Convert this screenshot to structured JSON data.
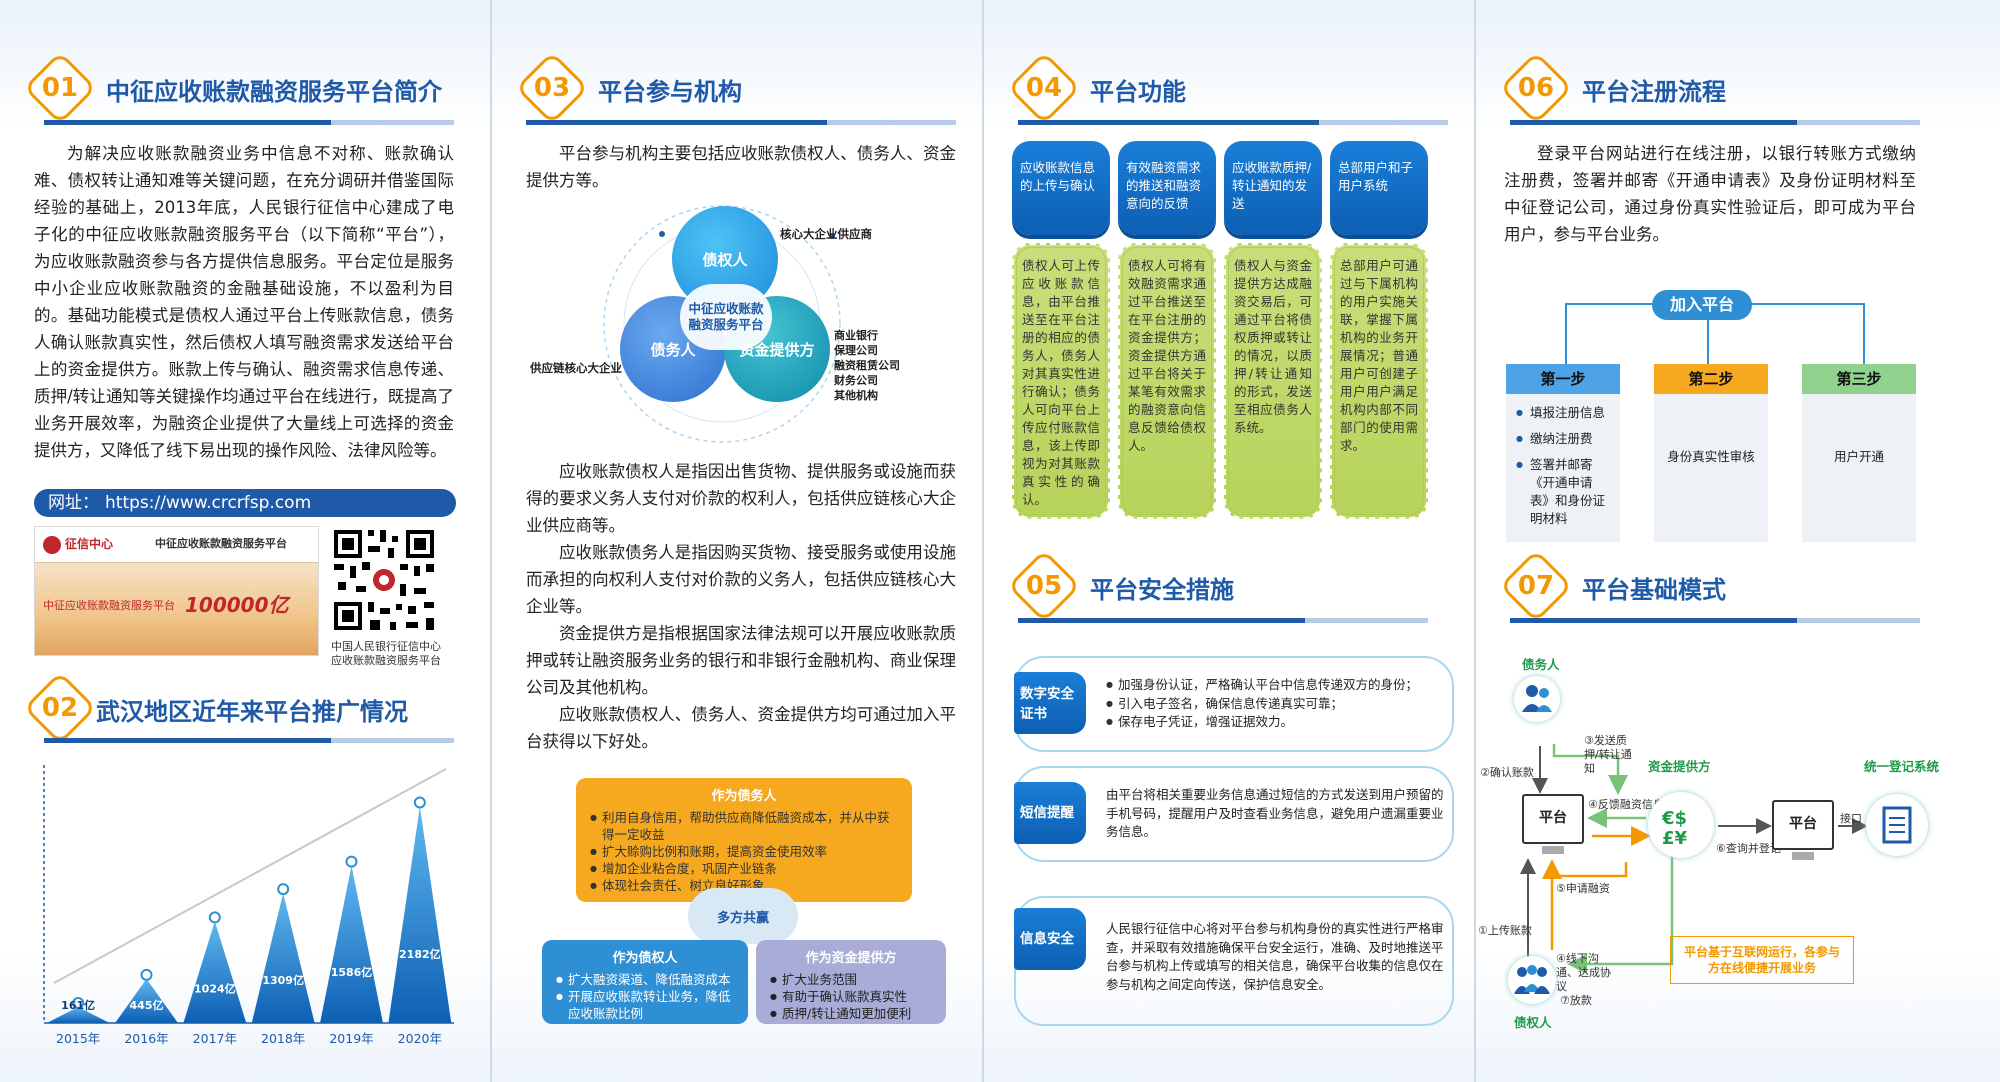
{
  "sections": {
    "s01": {
      "num": "01",
      "title": "中征应收账款融资服务平台简介"
    },
    "s02": {
      "num": "02",
      "title": "武汉地区近年来平台推广情况"
    },
    "s03": {
      "num": "03",
      "title": "平台参与机构"
    },
    "s04": {
      "num": "04",
      "title": "平台功能"
    },
    "s05": {
      "num": "05",
      "title": "平台安全措施"
    },
    "s06": {
      "num": "06",
      "title": "平台注册流程"
    },
    "s07": {
      "num": "07",
      "title": "平台基础模式"
    }
  },
  "intro": {
    "text": "为解决应收账款融资业务中信息不对称、账款确认难、债权转让通知难等关键问题，在充分调研并借鉴国际经验的基础上，2013年底，人民银行征信中心建成了电子化的中征应收账款融资服务平台（以下简称“平台”），为应收账款融资参与各方提供信息服务。平台定位是服务中小企业应收账款融资的金融基础设施，不以盈利为目的。基础功能模式是债权人通过平台上传账款信息，债务人确认账款真实性，然后债权人填写融资需求发送给平台上的资金提供方。账款上传与确认、融资需求信息传递、质押/转让通知等关键操作均通过平台在线进行，既提高了业务开展效率，为融资企业提供了大量线上可选择的资金提供方，又降低了线下易出现的操作风险、法律风险等。",
    "url_label": "网址：",
    "url": "https://www.crcrfsp.com",
    "banner_brand": "征信中心",
    "banner_name": "中征应收账款融资服务平台",
    "banner_slogan": "中征应收账款融资服务平台",
    "banner_big": "100000亿",
    "qr_caption_1": "中国人民银行征信中心",
    "qr_caption_2": "应收账款融资服务平台"
  },
  "chart_data": {
    "type": "area",
    "categories": [
      "2015年",
      "2016年",
      "2017年",
      "2018年",
      "2019年",
      "2020年"
    ],
    "values": [
      161,
      445,
      1024,
      1309,
      1586,
      2182
    ],
    "labels": [
      "161亿",
      "445亿",
      "1024亿",
      "1309亿",
      "1586亿",
      "2182亿"
    ],
    "ylim": [
      0,
      2600
    ],
    "colors": {
      "bar_top": "#2f8fd4",
      "bar_bottom": "#0d5fb3",
      "trend": "#c8c8c8"
    }
  },
  "institutions": {
    "intro": "平台参与机构主要包括应收账款债权人、债务人、资金提供方等。",
    "center": "中征应收账款融资服务平台",
    "creditor": "债权人",
    "debtor": "债务人",
    "funder": "资金提供方",
    "creditor_note": "核心大企业供应商",
    "debtor_note": "供应链核心大企业",
    "funder_notes": [
      "商业银行",
      "保理公司",
      "融资租赁公司",
      "财务公司",
      "其他机构"
    ],
    "p1": "应收账款债权人是指因出售货物、提供服务或设施而获得的要求义务人支付对价款的权利人，包括供应链核心大企业供应商等。",
    "p2": "应收账款债务人是指因购买货物、接受服务或使用设施而承担的向权利人支付对价款的义务人，包括供应链核心大企业等。",
    "p3": "资金提供方是指根据国家法律法规可以开展应收账款质押或转让融资服务业务的银行和非银行金融机构、商业保理公司及其他机构。",
    "p4": "应收账款债权人、债务人、资金提供方均可通过加入平台获得以下好处。",
    "as_debtor": {
      "title": "作为债务人",
      "items": [
        "利用自身信用，帮助供应商降低融资成本，并从中获得一定收益",
        "扩大赊购比例和账期，提高资金使用效率",
        "增加企业粘合度，巩固产业链条",
        "体现社会责任、树立良好形象"
      ]
    },
    "win": "多方共赢",
    "as_creditor": {
      "title": "作为债权人",
      "items": [
        "扩大融资渠道、降低融资成本",
        "开展应收账款转让业务，降低应收账款比例"
      ]
    },
    "as_funder": {
      "title": "作为资金提供方",
      "items": [
        "扩大业务范围",
        "有助于确认账款真实性",
        "质押/转让通知更加便利"
      ]
    }
  },
  "functions": [
    {
      "head": "应收账款信息的上传与确认",
      "body": "债权人可上传应收账款信息，由平台推送至在平台注册的相应的债务人，债务人对其真实性进行确认；债务人可向平台上传应付账款信息，该上传即视为对其账款真实性的确认。"
    },
    {
      "head": "有效融资需求的推送和融资意向的反馈",
      "body": "债权人可将有效融资需求通过平台推送至在平台注册的资金提供方；资金提供方通过平台将关于某笔有效需求的融资意向信息反馈给债权人。"
    },
    {
      "head": "应收账款质押/转让通知的发送",
      "body": "债权人与资金提供方达成融资交易后，可通过平台将债权质押或转让的情况，以质押/转让通知的形式，发送至相应债务人系统。"
    },
    {
      "head": "总部用户和子用户系统",
      "body": "总部用户可通过与下属机构的用户实施关联，掌握下属机构的业务开展情况；普通用户可创建子用户用户满足机构内部不同部门的使用需求。"
    }
  ],
  "security": [
    {
      "label": "数字安全证书",
      "items": [
        "加强身份认证，严格确认平台中信息传递双方的身份；",
        "引入电子签名，确保信息传递真实可靠；",
        "保存电子凭证，增强证据效力。"
      ]
    },
    {
      "label": "短信提醒",
      "text": "由平台将相关重要业务信息通过短信的方式发送到用户预留的手机号码，提醒用户及时查看业务信息，避免用户遗漏重要业务信息。"
    },
    {
      "label": "信息安全",
      "text": "人民银行征信中心将对平台参与机构身份的真实性进行严格审查，并采取有效措施确保平台安全运行，准确、及时地推送平台参与机构上传或填写的相关信息，确保平台收集的信息仅在参与机构之间定向传送，保护信息安全。"
    }
  ],
  "register": {
    "text": "登录平台网站进行在线注册，以银行转账方式缴纳注册费，签署并邮寄《开通申请表》及身份证明材料至中征登记公司，通过身份真实性验证后，即可成为平台用户，参与平台业务。",
    "join": "加入平台",
    "steps": [
      {
        "head": "第一步",
        "items": [
          "填报注册信息",
          "缴纳注册费",
          "签署并邮寄《开通申请表》和身份证明材料"
        ]
      },
      {
        "head": "第二步",
        "text": "身份真实性审核"
      },
      {
        "head": "第三步",
        "text": "用户开通"
      }
    ]
  },
  "flow": {
    "debtor": "债务人",
    "creditor": "债权人",
    "funder": "资金提供方",
    "registry": "统一登记系统",
    "platform_left": "平台",
    "platform_right": "平台",
    "label_2": "②确认账款",
    "label_3": "③发送质押/转让通知",
    "label_4": "④反馈融资信息",
    "label_6": "⑥查询并登记",
    "label_5": "⑤申请融资",
    "label_1": "①上传账款",
    "label_7": "④线下沟通、达成协议",
    "label_8": "⑦放款",
    "label_api": "接口",
    "note": "平台基于互联网运行，各参与方在线便捷开展业务"
  }
}
